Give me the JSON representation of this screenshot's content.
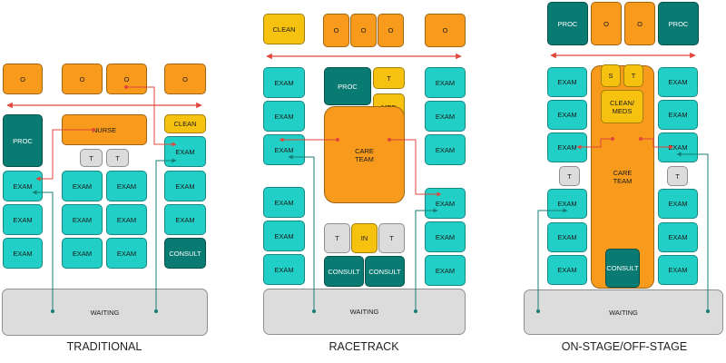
{
  "colors": {
    "exam": "#22cfc6",
    "staff_support": "#f89b1c",
    "clean_med": "#f7c20f",
    "procedure_consult": "#0a7b72",
    "toilet_waiting": "#dcdcdc",
    "staff_flow_arrow": "#e0463b",
    "patient_flow_arrow": "#177c74"
  },
  "captions": {
    "traditional": "TRADITIONAL",
    "racetrack": "RACETRACK",
    "onstage": "ON-STAGE/OFF-STAGE"
  },
  "labels": {
    "office": "O",
    "exam": "EXAM",
    "nurse": "NURSE",
    "clean": "CLEAN",
    "proc": "PROC",
    "toilet": "T",
    "consult": "CONSULT",
    "waiting": "WAITING",
    "med": "MED",
    "care_team": "CARE\nTEAM",
    "inbox": "IN",
    "staff_support": "S",
    "clean_meds": "CLEAN/\nMEDS"
  }
}
